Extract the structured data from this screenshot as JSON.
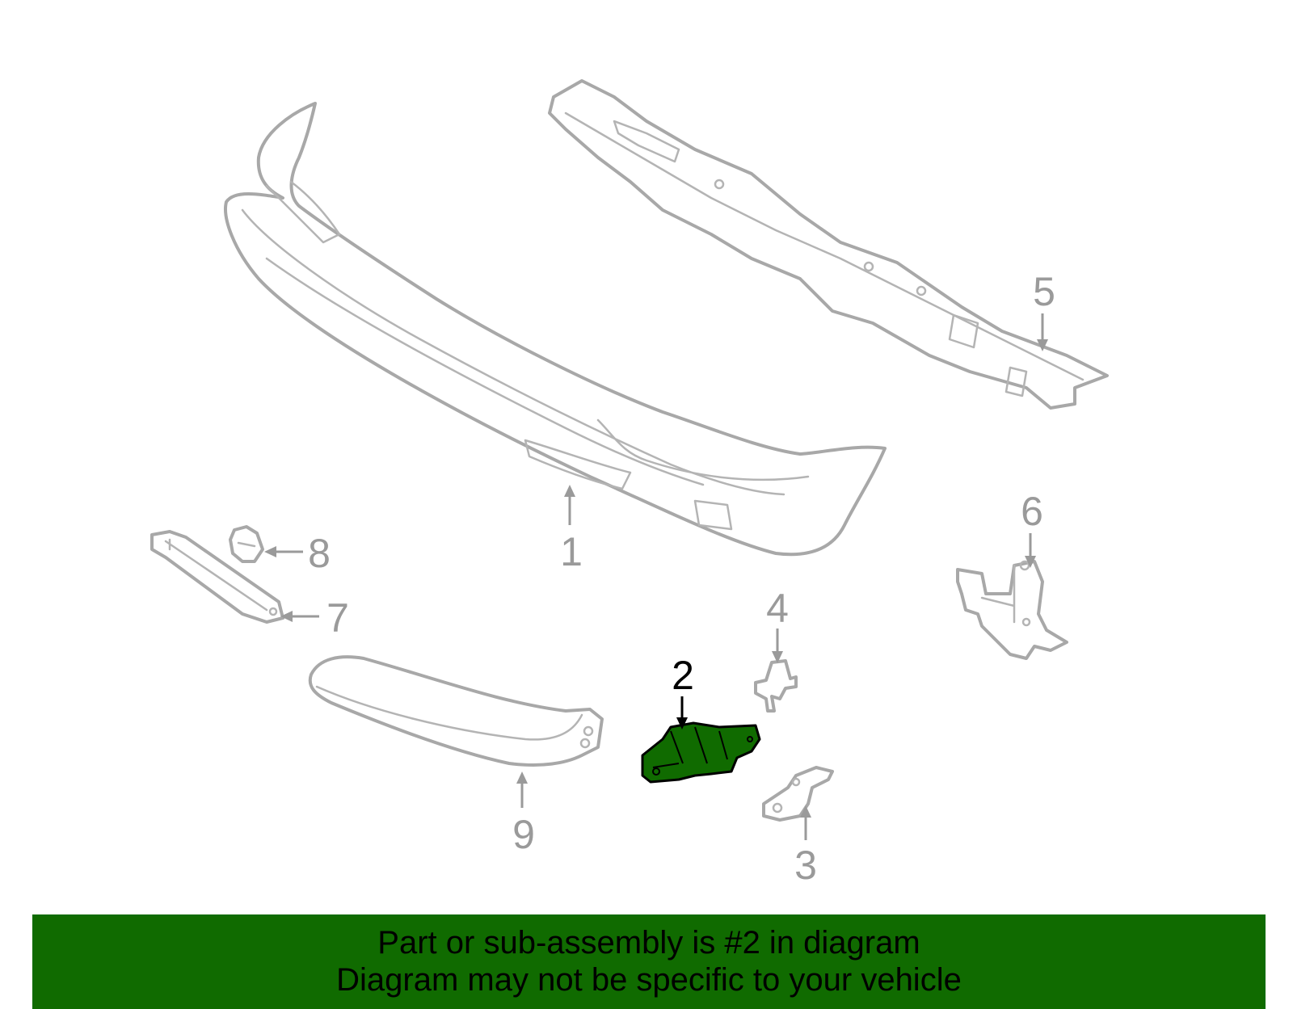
{
  "diagram": {
    "callouts": [
      {
        "id": "1",
        "label": "1"
      },
      {
        "id": "2",
        "label": "2"
      },
      {
        "id": "3",
        "label": "3"
      },
      {
        "id": "4",
        "label": "4"
      },
      {
        "id": "5",
        "label": "5"
      },
      {
        "id": "6",
        "label": "6"
      },
      {
        "id": "7",
        "label": "7"
      },
      {
        "id": "8",
        "label": "8"
      },
      {
        "id": "9",
        "label": "9"
      }
    ],
    "highlighted_part": "2",
    "highlight_color": "#106b00",
    "part_color": "#a8a8a8"
  },
  "banner": {
    "line1": "Part or sub-assembly is #2 in diagram",
    "line2": "Diagram may not be specific to your vehicle",
    "background": "#106b00"
  }
}
